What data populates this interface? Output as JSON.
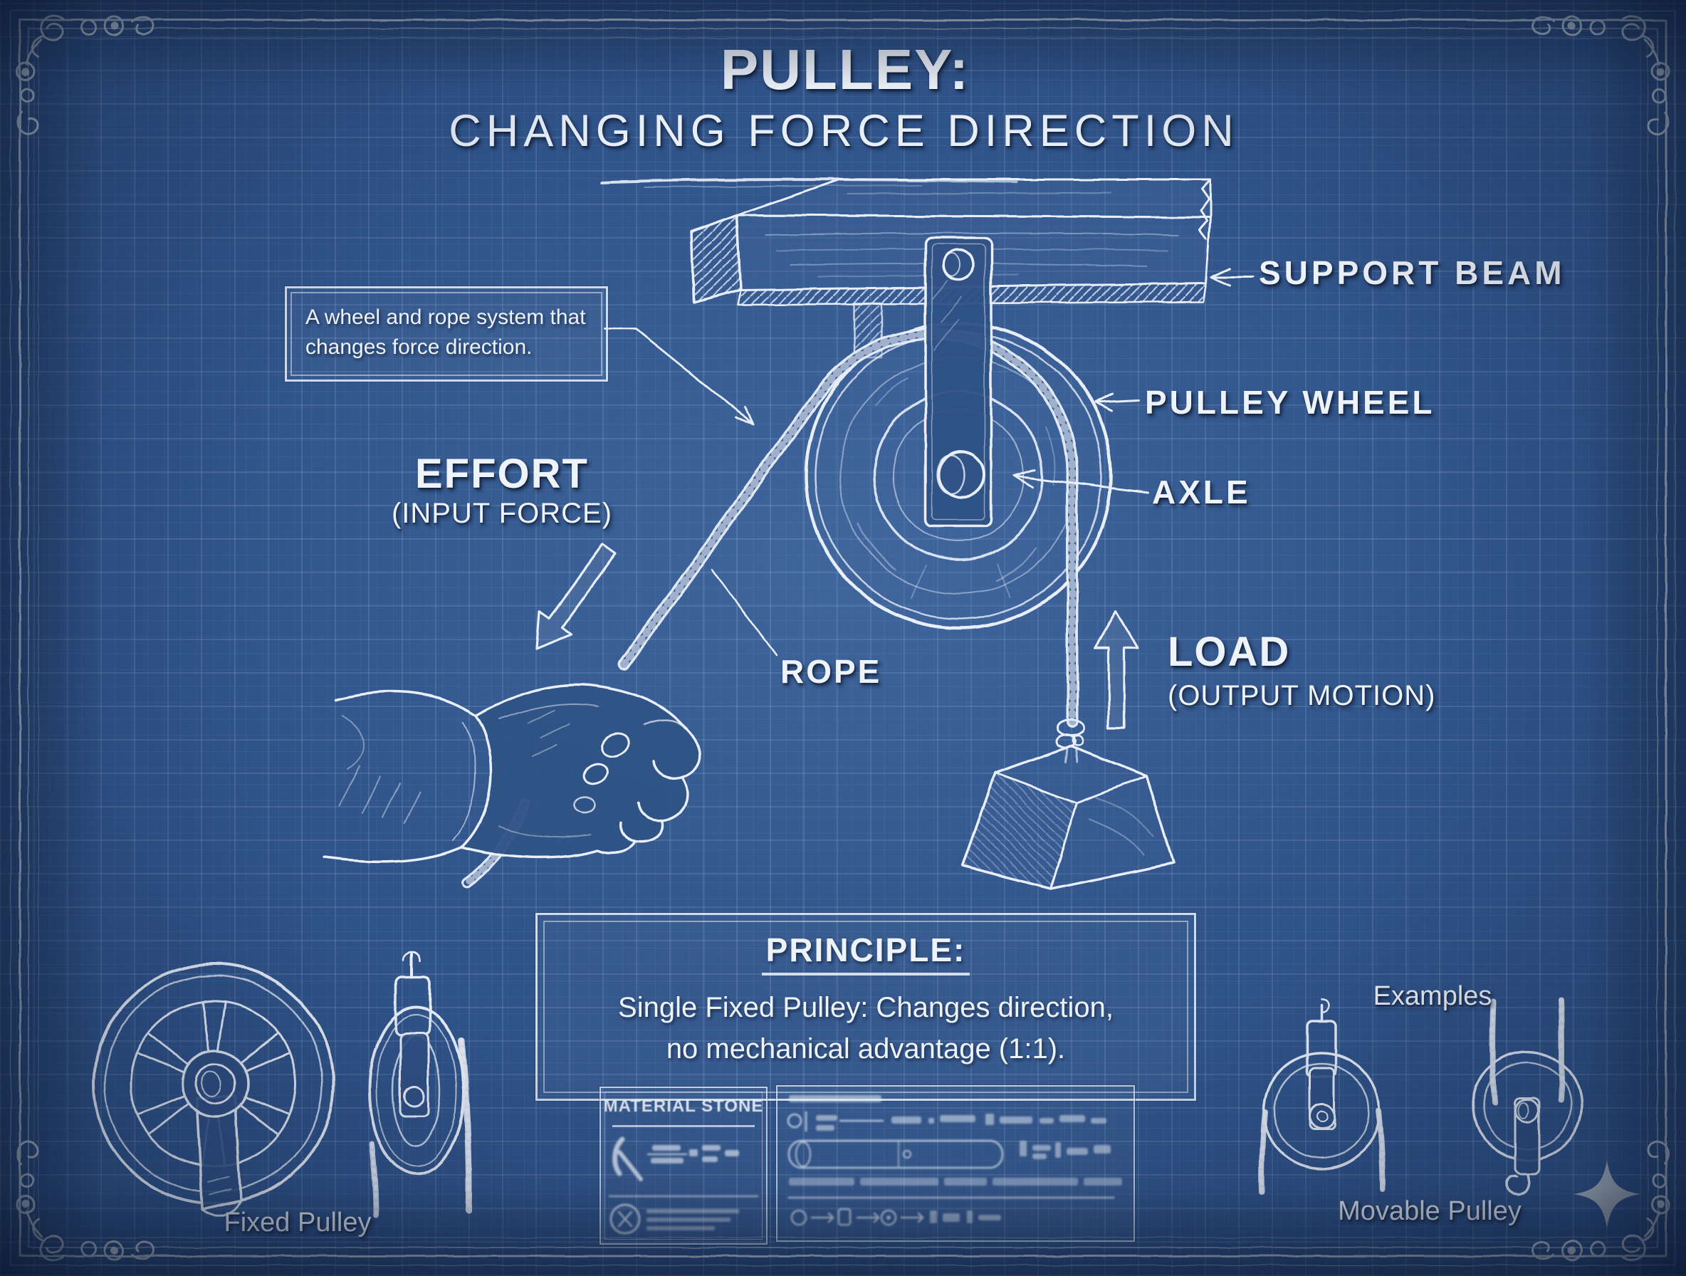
{
  "title": {
    "line1": "PULLEY:",
    "line2": "CHANGING FORCE DIRECTION"
  },
  "description_box": {
    "line1": "A wheel and rope system that",
    "line2": "changes force direction."
  },
  "labels": {
    "support_beam": "SUPPORT BEAM",
    "pulley_wheel": "PULLEY WHEEL",
    "axle": "AXLE",
    "rope": "ROPE",
    "effort": "EFFORT",
    "effort_sub": "(INPUT FORCE)",
    "load": "LOAD",
    "load_sub": "(OUTPUT MOTION)"
  },
  "principle_box": {
    "heading": "PRINCIPLE:",
    "line1": "Single Fixed Pulley: Changes direction,",
    "line2": "no mechanical advantage (1:1)."
  },
  "footer": {
    "examples_heading": "Examples",
    "fixed_pulley_label": "Fixed Pulley",
    "movable_pulley_label": "Movable Pulley"
  },
  "material_box": {
    "title": "MATERIAL STONE"
  },
  "icons": {
    "sparkle_watermark": "four-point-sparkle",
    "logo_stamp": "crossed-circle-stamp"
  },
  "colors": {
    "background": "#30548a",
    "background_edge": "#1c3257",
    "line": "#e9effa",
    "text": "#eef3fa",
    "grid": "rgba(208,228,250,0.12)",
    "watermark": "#b7c0ca"
  }
}
